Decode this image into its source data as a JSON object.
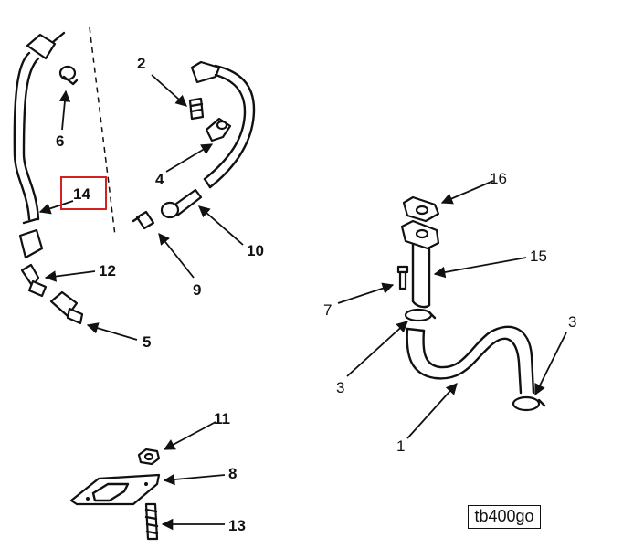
{
  "diagram": {
    "reference_code": "tb400go",
    "callouts": {
      "c1": "1",
      "c2": "2",
      "c3a": "3",
      "c3b": "3",
      "c4": "4",
      "c5": "5",
      "c6": "6",
      "c7": "7",
      "c8": "8",
      "c9": "9",
      "c10": "10",
      "c11": "11",
      "c12": "12",
      "c13": "13",
      "c14": "14",
      "c15": "15",
      "c16": "16"
    },
    "highlighted_callout": "14",
    "highlight_color": "#d32020"
  }
}
